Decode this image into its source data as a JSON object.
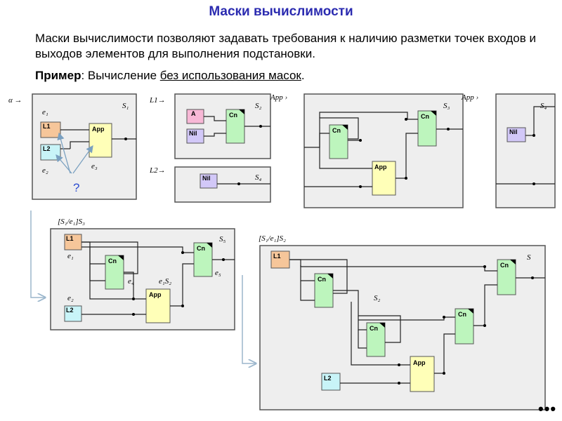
{
  "title": "Маски вычислимости",
  "description": "Маски вычислимости позволяют задавать требования к наличию разметки точек входов и выходов элементов для выполнения подстановки.",
  "example": {
    "label": "Пример",
    "colon": ": Вычисление ",
    "underlined": "без использования масок",
    "period": "."
  },
  "blocks": {
    "l1": "L1",
    "l2": "L2",
    "app": "App",
    "cn": "Cn",
    "a": "A",
    "nil": "Nil"
  },
  "labels": {
    "alpha_arrow": "α →",
    "l1_arrow": "L1→",
    "l2_arrow": "L2→",
    "app_arrow_1": "App  ›",
    "app_arrow_2": "App  ›",
    "s1": "S₁",
    "s2": "S₂",
    "s3": "S₃",
    "s4": "S₄",
    "s5": "S₅",
    "s6": "S",
    "e1": "e₁",
    "e2": "e₂",
    "e3": "e₃",
    "e4": "e₄",
    "e5": "e₅",
    "e1s2": "e₁S₂",
    "subst1": "[S₁/e₁]S₃",
    "subst2": "[S₁/e₁]S₂",
    "s_right": "S",
    "s_mid": "S₂",
    "question": "?"
  },
  "colors": {
    "title": "#2b2bb0",
    "panel_bg": "#eeeeee",
    "panel_border": "#555555",
    "block_orange": "#f6c69a",
    "block_cyan": "#c8f4f8",
    "block_yellow": "#ffffb8",
    "block_green": "#bdf5bd",
    "block_pink": "#f8b8d6",
    "block_purple": "#d2c8f8"
  },
  "continuation": "•••"
}
